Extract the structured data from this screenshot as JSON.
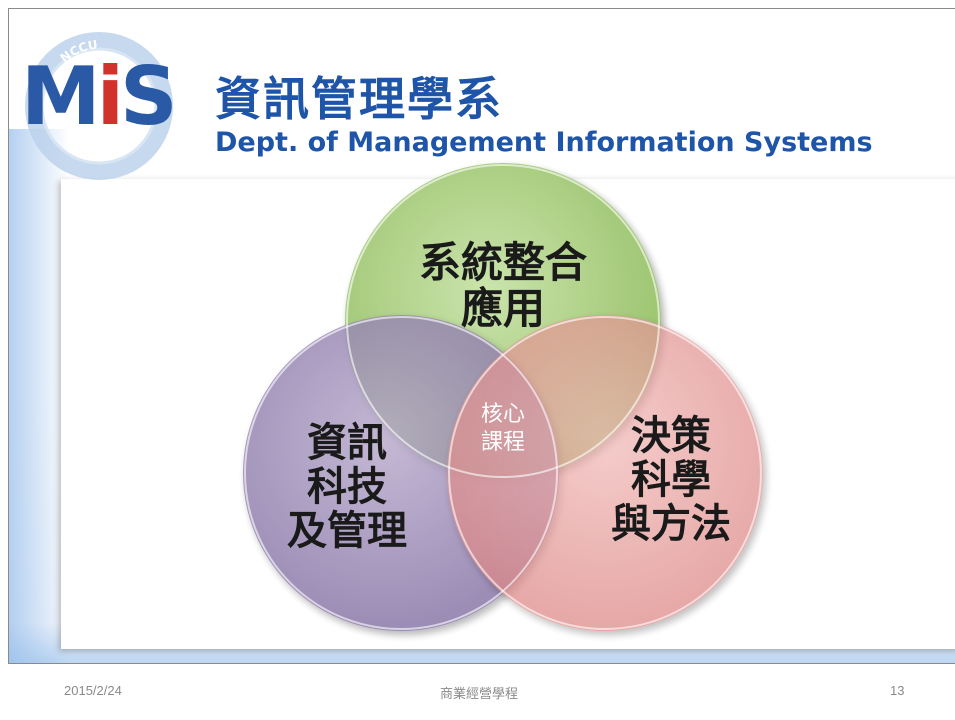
{
  "header": {
    "logo_text": "MiS",
    "logo_ring_text": "NCCU",
    "title_zh": "資訊管理學系",
    "title_en": "Dept. of Management  Information Systems"
  },
  "venn": {
    "circles": [
      {
        "lines": [
          "系統整合",
          "應用"
        ],
        "color": "#a9cf7e"
      },
      {
        "lines": [
          "資訊",
          "科技",
          "及管理"
        ],
        "color": "#9f8db8"
      },
      {
        "lines": [
          "決策",
          "科學",
          "與方法"
        ],
        "color": "#e69c9c"
      }
    ],
    "center_lines": [
      "核心",
      "課程"
    ]
  },
  "footer": {
    "date": "2015/2/24",
    "center": "商業經營學程",
    "page": "13"
  }
}
